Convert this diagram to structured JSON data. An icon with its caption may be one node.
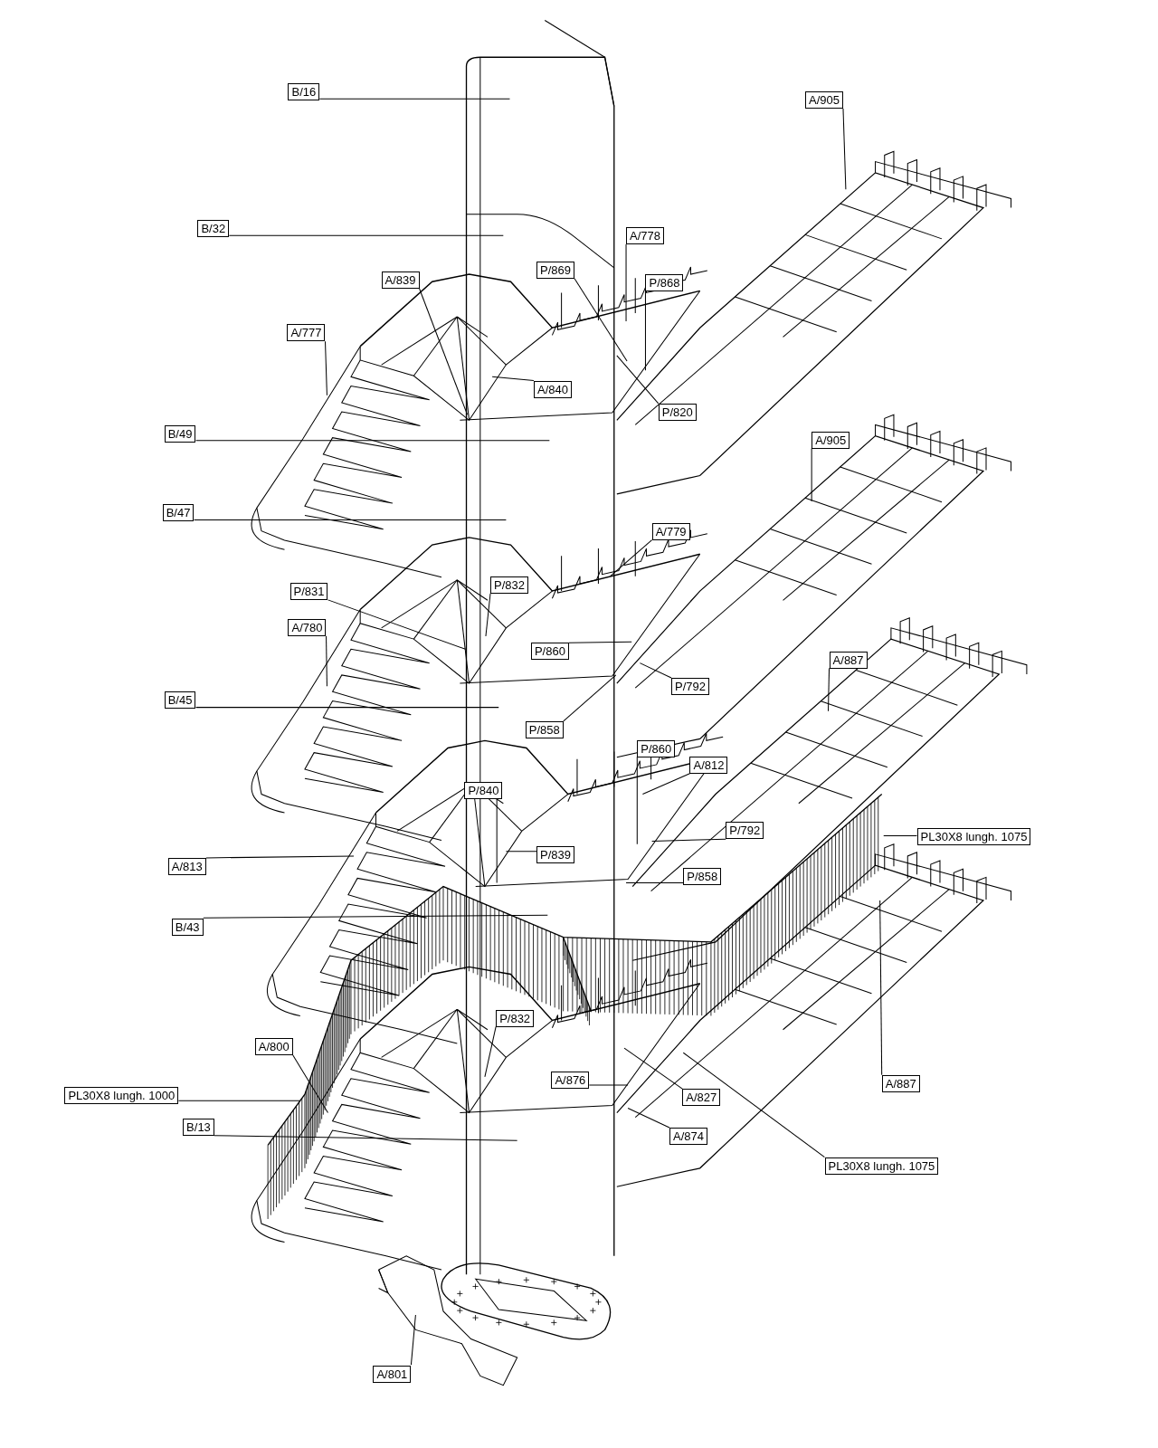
{
  "diagram": {
    "nodes": [
      {
        "text": [
          "B/16"
        ]
      },
      {
        "text": [
          "A/905"
        ]
      },
      {
        "text": [
          "B/32"
        ]
      },
      {
        "text": [
          "A/778"
        ]
      },
      {
        "text": [
          "P/869"
        ]
      },
      {
        "text": [
          "A/839"
        ]
      },
      {
        "text": [
          "P/868"
        ]
      },
      {
        "text": [
          "A/777"
        ]
      },
      {
        "text": [
          "A/840"
        ]
      },
      {
        "text": [
          "P/820"
        ]
      },
      {
        "text": [
          "B/49"
        ]
      },
      {
        "text": [
          "A/905"
        ]
      },
      {
        "text": [
          "B/47"
        ]
      },
      {
        "text": [
          "A/779"
        ]
      },
      {
        "text": [
          "P/832"
        ]
      },
      {
        "text": [
          "P/831"
        ]
      },
      {
        "text": [
          "A/780"
        ]
      },
      {
        "text": [
          "P/860"
        ]
      },
      {
        "text": [
          "A/887"
        ]
      },
      {
        "text": [
          "P/792"
        ]
      },
      {
        "text": [
          "B/45"
        ]
      },
      {
        "text": [
          "P/858"
        ]
      },
      {
        "text": [
          "P/860"
        ]
      },
      {
        "text": [
          "A/812"
        ]
      },
      {
        "text": [
          "P/840"
        ]
      },
      {
        "text": [
          "P/792"
        ]
      },
      {
        "text": [
          "PL30X8 lungh. 1075"
        ]
      },
      {
        "text": [
          "P/839"
        ]
      },
      {
        "text": [
          "A/813"
        ]
      },
      {
        "text": [
          "P/858"
        ]
      },
      {
        "text": [
          "B/43"
        ]
      },
      {
        "text": [
          "P/832"
        ]
      },
      {
        "text": [
          "A/800"
        ]
      },
      {
        "text": [
          "A/876"
        ]
      },
      {
        "text": [
          "A/887"
        ]
      },
      {
        "text": [
          "PL30X8 lungh. 1000"
        ]
      },
      {
        "text": [
          "A/827"
        ]
      },
      {
        "text": [
          "B/13"
        ]
      },
      {
        "text": [
          "A/874"
        ]
      },
      {
        "text": [
          "PL30X8 lungh. 1075"
        ]
      },
      {
        "text": [
          "A/801"
        ]
      }
    ],
    "edges": [
      {
        "from": 0,
        "to": null,
        "arrow": "none"
      },
      {
        "from": 1,
        "to": null,
        "arrow": "none"
      },
      {
        "from": 2,
        "to": null,
        "arrow": "none"
      },
      {
        "from": 3,
        "to": null,
        "arrow": "none"
      },
      {
        "from": 4,
        "to": null,
        "arrow": "none"
      },
      {
        "from": 5,
        "to": null,
        "arrow": "none"
      },
      {
        "from": 6,
        "to": null,
        "arrow": "none"
      },
      {
        "from": 7,
        "to": null,
        "arrow": "none"
      },
      {
        "from": 8,
        "to": null,
        "arrow": "none"
      },
      {
        "from": 9,
        "to": null,
        "arrow": "none"
      },
      {
        "from": 10,
        "to": null,
        "arrow": "none"
      },
      {
        "from": 11,
        "to": null,
        "arrow": "none"
      },
      {
        "from": 12,
        "to": null,
        "arrow": "none"
      },
      {
        "from": 13,
        "to": null,
        "arrow": "none"
      },
      {
        "from": 14,
        "to": null,
        "arrow": "none"
      },
      {
        "from": 15,
        "to": null,
        "arrow": "none"
      },
      {
        "from": 16,
        "to": null,
        "arrow": "none"
      },
      {
        "from": 17,
        "to": null,
        "arrow": "none"
      },
      {
        "from": 18,
        "to": null,
        "arrow": "none"
      },
      {
        "from": 19,
        "to": null,
        "arrow": "none"
      },
      {
        "from": 20,
        "to": null,
        "arrow": "none"
      },
      {
        "from": 21,
        "to": null,
        "arrow": "none"
      },
      {
        "from": 22,
        "to": null,
        "arrow": "none"
      },
      {
        "from": 23,
        "to": null,
        "arrow": "none"
      },
      {
        "from": 24,
        "to": null,
        "arrow": "none"
      },
      {
        "from": 25,
        "to": null,
        "arrow": "none"
      },
      {
        "from": 26,
        "to": null,
        "arrow": "none"
      },
      {
        "from": 27,
        "to": null,
        "arrow": "none"
      },
      {
        "from": 28,
        "to": null,
        "arrow": "none"
      },
      {
        "from": 29,
        "to": null,
        "arrow": "none"
      },
      {
        "from": 30,
        "to": null,
        "arrow": "none"
      },
      {
        "from": 31,
        "to": null,
        "arrow": "none"
      },
      {
        "from": 32,
        "to": null,
        "arrow": "none"
      },
      {
        "from": 33,
        "to": null,
        "arrow": "none"
      },
      {
        "from": 34,
        "to": null,
        "arrow": "none"
      },
      {
        "from": 35,
        "to": null,
        "arrow": "none"
      },
      {
        "from": 36,
        "to": null,
        "arrow": "none"
      },
      {
        "from": 37,
        "to": null,
        "arrow": "none"
      },
      {
        "from": 38,
        "to": null,
        "arrow": "none"
      },
      {
        "from": 39,
        "to": null,
        "arrow": "none"
      },
      {
        "from": 40,
        "to": null,
        "arrow": "none"
      }
    ]
  }
}
